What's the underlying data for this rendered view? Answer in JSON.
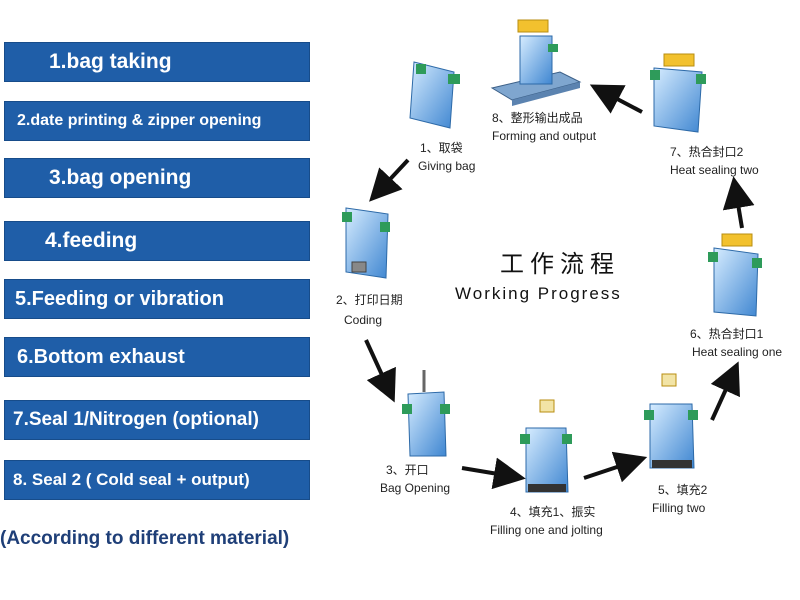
{
  "steps": [
    {
      "label": "1.bag taking"
    },
    {
      "label": "2.date printing & zipper opening"
    },
    {
      "label": "3.bag opening"
    },
    {
      "label": "4.feeding"
    },
    {
      "label": "5.Feeding or vibration"
    },
    {
      "label": "6.Bottom exhaust"
    },
    {
      "label": "7.Seal 1/Nitrogen  (optional)"
    },
    {
      "label": "8. Seal 2 ( Cold seal + output)"
    }
  ],
  "note": "(According to different material)",
  "diagram": {
    "title_cn": "工作流程",
    "title_en": "Working Progress",
    "stages": [
      {
        "num_cn": "1、取袋",
        "en": "Giving bag"
      },
      {
        "num_cn": "2、打印日期",
        "en": "Coding"
      },
      {
        "num_cn": "3、开口",
        "en": "Bag Opening"
      },
      {
        "num_cn": "4、填充1、振实",
        "en": "Filling one and jolting"
      },
      {
        "num_cn": "5、填充2",
        "en": "Filling two"
      },
      {
        "num_cn": "6、热合封口1",
        "en": "Heat sealing one"
      },
      {
        "num_cn": "7、热合封口2",
        "en": "Heat sealing two"
      },
      {
        "num_cn": "8、整形输出成品",
        "en": "Forming and output"
      }
    ]
  },
  "colors": {
    "box": "#1f5ea8",
    "note": "#1f3f78",
    "bag": "#4a8fd6",
    "clip": "#2e9b5a",
    "gold": "#f2c12e"
  }
}
